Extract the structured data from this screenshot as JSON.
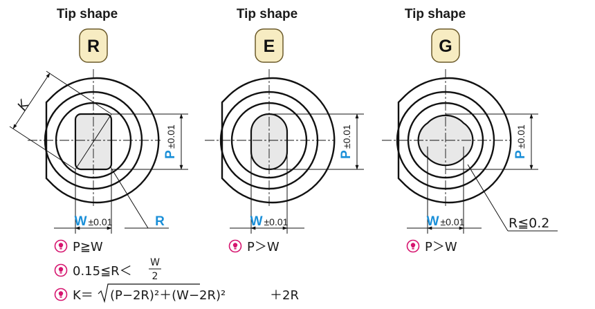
{
  "tips": [
    {
      "title": "Tip shape",
      "code": "R",
      "p_label": "P",
      "p_tol": "±0.01",
      "w_label": "W",
      "w_tol": "±0.01",
      "r_label": "R",
      "k_label": "K",
      "notes": {
        "line1": "P≧W",
        "line2_lead": "0.15≦R＜",
        "line2_num": "W",
        "line2_den": "2",
        "line3_lead": "K＝",
        "line3_rad": "(P−2R)²＋(W−2R)²",
        "line3_tail": "＋2R"
      }
    },
    {
      "title": "Tip shape",
      "code": "E",
      "p_label": "P",
      "p_tol": "±0.01",
      "w_label": "W",
      "w_tol": "±0.01",
      "notes": {
        "line1": "P＞W"
      }
    },
    {
      "title": "Tip shape",
      "code": "G",
      "p_label": "P",
      "p_tol": "±0.01",
      "w_label": "W",
      "w_tol": "±0.01",
      "r_note": "R≦0.2",
      "notes": {
        "line1": "P＞W"
      }
    }
  ],
  "colors": {
    "accent": "#1a8fd8",
    "badge_fill": "#f7ecc2",
    "badge_stroke": "#6b5a2a",
    "note_icon": "#d6156f"
  },
  "icons": {
    "note": "exclamation-lightbulb-icon"
  }
}
